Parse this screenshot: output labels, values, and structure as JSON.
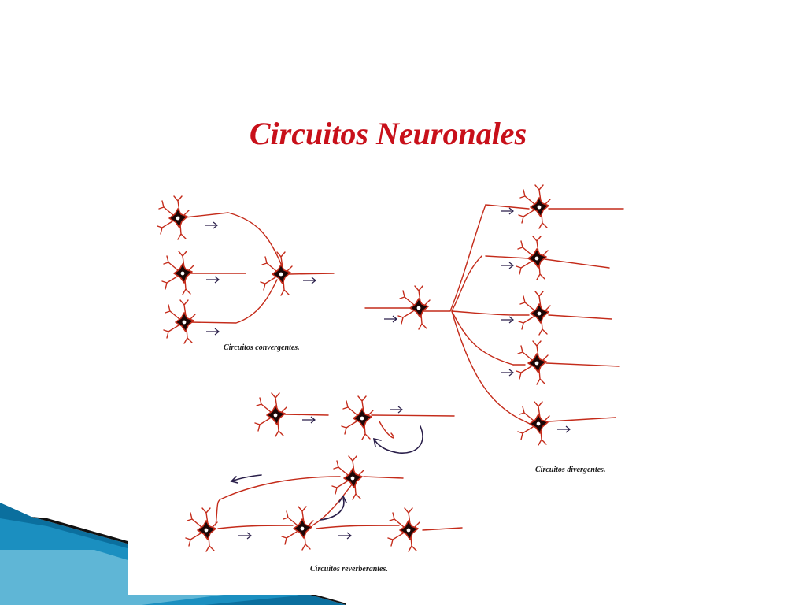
{
  "slide": {
    "title": "Circuitos  Neuronales",
    "title_color": "#c8101a"
  },
  "figure": {
    "captions": {
      "convergent": "Circuitos convergentes.",
      "divergent": "Circuitos divergentes.",
      "reverberant": "Circuitos reverberantes."
    },
    "arrow_glyph": "→",
    "colors": {
      "axon": "#c42b1a",
      "soma": "#1c0606",
      "nucleus": "#ffffff",
      "flow_arrow": "#2a1f4a"
    }
  },
  "decor": {
    "accent_colors": [
      "#0b6f9e",
      "#1b8fc0",
      "#5fb6d6",
      "#111111"
    ]
  }
}
